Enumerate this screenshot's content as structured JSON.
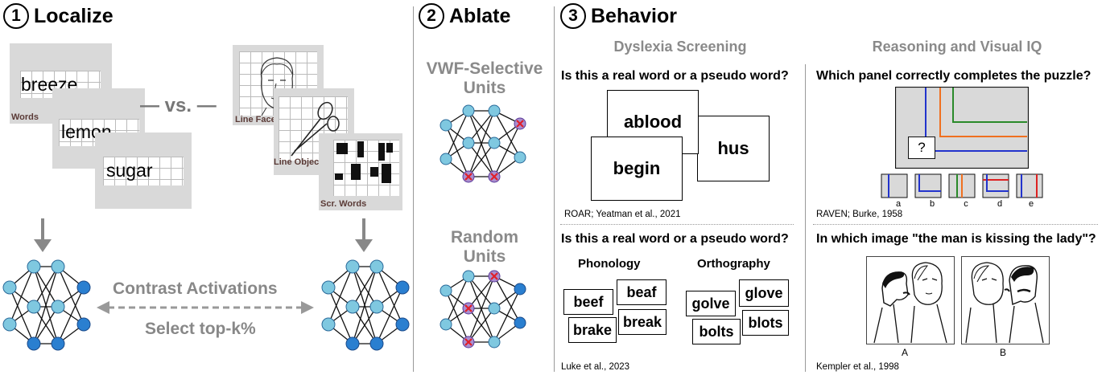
{
  "sections": {
    "localize": {
      "num": "1",
      "title": "Localize"
    },
    "ablate": {
      "num": "2",
      "title": "Ablate"
    },
    "behavior": {
      "num": "3",
      "title": "Behavior"
    }
  },
  "localize": {
    "words": [
      "breeze",
      "lemon",
      "sugar"
    ],
    "words_label": "Words",
    "vs": "— vs. —",
    "line_faces_label": "Line Faces",
    "line_objects_label": "Line Objects",
    "scr_words_label": "Scr. Words",
    "contrast_activations": "Contrast Activations",
    "select_topk": "Select top-k%"
  },
  "ablate": {
    "vwf_line1": "VWF-Selective",
    "vwf_line2": "Units",
    "random_line1": "Random",
    "random_line2": "Units"
  },
  "behavior": {
    "dyslexia_heading": "Dyslexia Screening",
    "reasoning_heading": "Reasoning and Visual IQ",
    "q_real_word_1": "Is this a real word or a pseudo word?",
    "roar_cards": [
      "ablood",
      "hus",
      "begin"
    ],
    "roar_cite": "ROAR; Yeatman et al., 2021",
    "q_real_word_2": "Is this a real word or a pseudo word?",
    "phonology_label": "Phonology",
    "orthography_label": "Orthography",
    "phonology_words": [
      "beef",
      "beaf",
      "brake",
      "break"
    ],
    "orthography_words": [
      "golve",
      "glove",
      "bolts",
      "blots"
    ],
    "luke_cite": "Luke et al., 2023",
    "q_puzzle": "Which panel correctly completes the puzzle?",
    "puzzle_mark": "?",
    "raven_options": [
      "a",
      "b",
      "c",
      "d",
      "e"
    ],
    "raven_cite": "RAVEN; Burke, 1958",
    "q_kissing": "In which image \"the man is kissing the lady\"?",
    "kiss_options": [
      "A",
      "B"
    ],
    "kempler_cite": "Kempler et al., 1998"
  },
  "colors": {
    "unit_light": "#7fc8e0",
    "unit_dark": "#2a7fd0",
    "ablated_x": "#e0202a",
    "raven_blue": "#2233cc",
    "raven_orange": "#f07020",
    "raven_green": "#2a8a2a",
    "raven_red": "#dd2222"
  }
}
